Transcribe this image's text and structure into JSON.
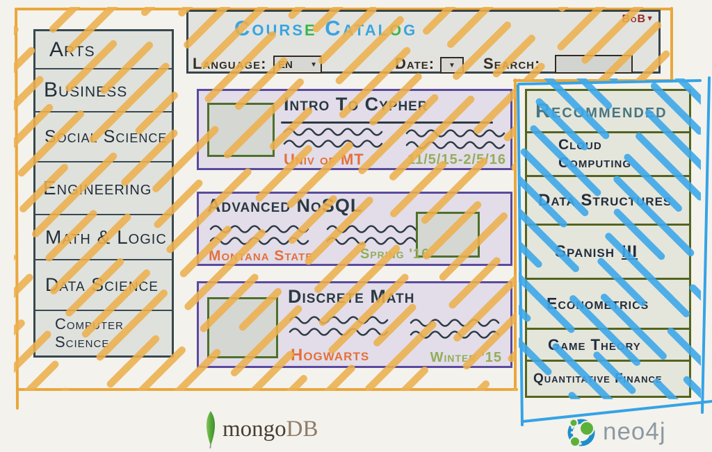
{
  "header": {
    "title_segments": [
      {
        "text": "Cours",
        "color": "#3aa4e0"
      },
      {
        "text": "e",
        "color": "#3cb54a"
      },
      {
        "text": " Catal",
        "color": "#3aa4e0"
      },
      {
        "text": "o",
        "color": "#3cb54a"
      },
      {
        "text": "g",
        "color": "#3aa4e0"
      }
    ],
    "title_plain": "Course Catalog",
    "user": "BoB",
    "language_label": "Language:",
    "language_value": "EN",
    "date_label": "Date:",
    "search_label": "Search:",
    "search_value": ""
  },
  "icons": {
    "dropdown": "▼"
  },
  "sidebar": {
    "items": [
      "Arts",
      "Business",
      "Social Science",
      "Engineering",
      "Math & Logic",
      "Data Science",
      "Computer Science"
    ]
  },
  "cards": [
    {
      "title": "Intro To Cypher",
      "org": "Univ of MT",
      "dates": "11/5/15-2/5/16"
    },
    {
      "title": "Advanced NoSQL",
      "org": "Montana State",
      "dates": "Spring '16"
    },
    {
      "title": "Discrete Math",
      "org": "Hogwarts",
      "dates": "Winter '15"
    }
  ],
  "recommended": {
    "title": "Recommended",
    "items": [
      {
        "label": "Cloud Computing"
      },
      {
        "label": "Data Structures"
      },
      {
        "label": "Spanish",
        "suffix_underlined": "III"
      },
      {
        "label": "Econometrics"
      },
      {
        "label": "Game Theory"
      },
      {
        "label": "Quantitative Finance"
      }
    ]
  },
  "footer": {
    "mongodb_part1": "mongo",
    "mongodb_part2": "DB",
    "neo4j": "neo4j"
  },
  "colors": {
    "stripe_orange": "#edb14f",
    "stripe_blue": "#3fa9e9",
    "frame_orange": "#e9a73c",
    "blue_border": "#35a3e6",
    "card_border": "#5a4a9d",
    "recommended_border": "#53641f",
    "org_text": "#e4703b",
    "date_text": "#94ad59",
    "user_text": "#9b2a24",
    "recommended_title": "#497680"
  }
}
